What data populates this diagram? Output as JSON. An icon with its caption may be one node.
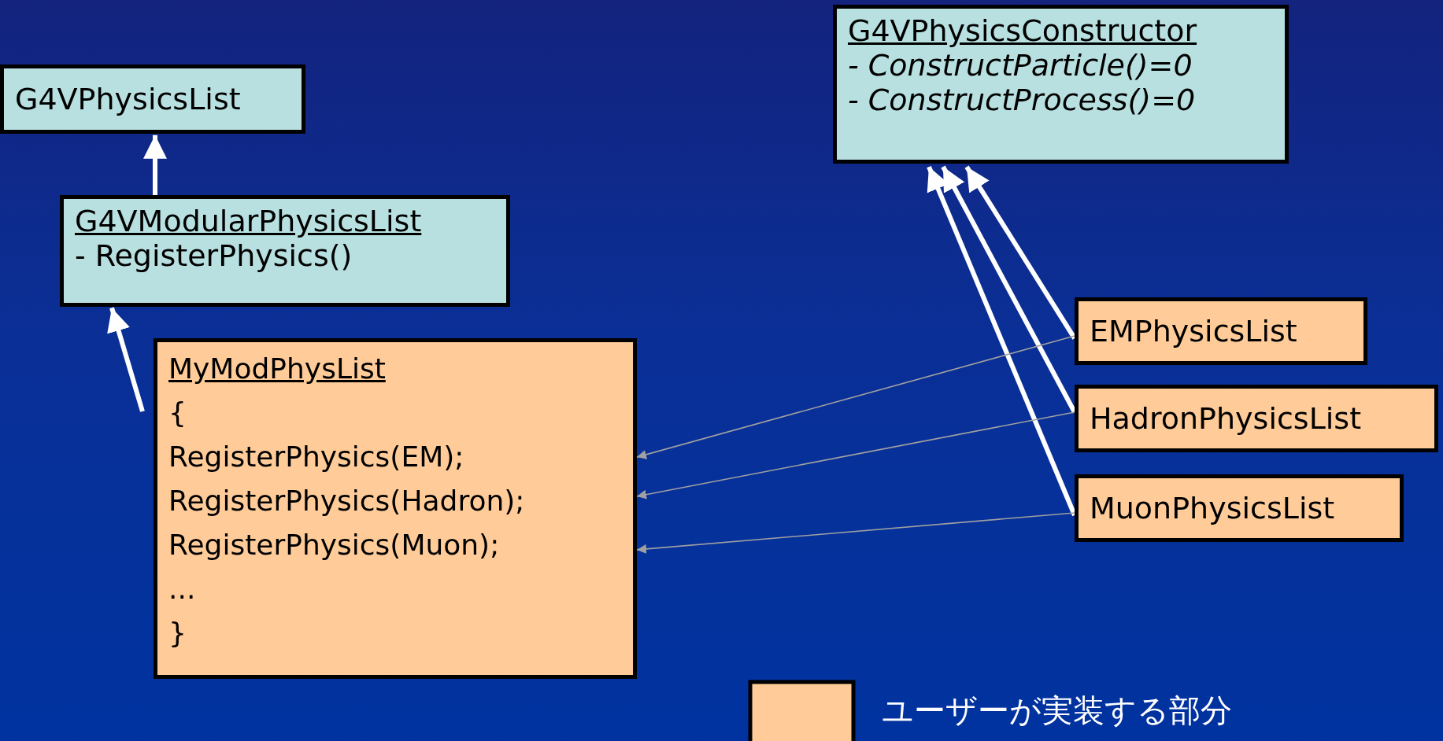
{
  "diagram": {
    "nodes": [
      {
        "text": [
          "G4VPhysicsList"
        ]
      },
      {
        "text": [
          "G4VModularPhysicsList",
          "- RegisterPhysics()"
        ]
      },
      {
        "text": [
          "MyModPhysList",
          "{",
          "RegisterPhysics(EM);",
          "RegisterPhysics(Hadron);",
          "RegisterPhysics(Muon);",
          "...",
          "}"
        ]
      },
      {
        "text": [
          "G4VPhysicsConstructor",
          "- ConstructParticle()=0",
          "- ConstructProcess()=0"
        ]
      },
      {
        "text": [
          "EMPhysicsList"
        ]
      },
      {
        "text": [
          "HadronPhysicsList"
        ]
      },
      {
        "text": [
          "MuonPhysicsList"
        ]
      }
    ],
    "edges": [
      {
        "from": 1,
        "to": 0,
        "arrow": "to"
      },
      {
        "from": 2,
        "to": 1,
        "arrow": "to"
      },
      {
        "from": 4,
        "to": 3,
        "arrow": "to"
      },
      {
        "from": 5,
        "to": 3,
        "arrow": "to"
      },
      {
        "from": 6,
        "to": 3,
        "arrow": "to"
      },
      {
        "from": 4,
        "to": 2,
        "arrow": "to",
        "color": "#a0a0a0"
      },
      {
        "from": 5,
        "to": 2,
        "arrow": "to",
        "color": "#a0a0a0"
      },
      {
        "from": 6,
        "to": 2,
        "arrow": "to",
        "color": "#a0a0a0"
      }
    ],
    "legend": [
      {
        "text": "ユーザーが実装する部分",
        "color": "#ffcc99"
      }
    ]
  }
}
